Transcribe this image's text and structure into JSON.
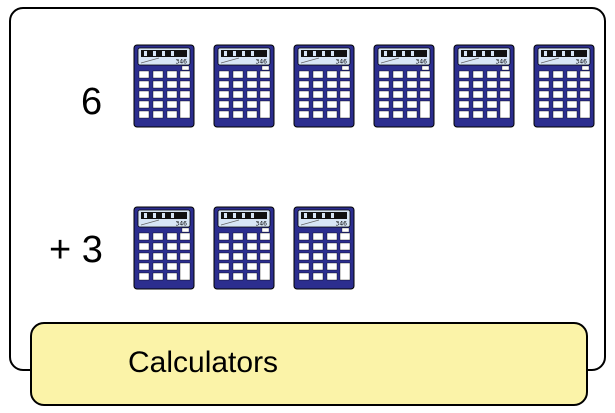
{
  "row1": {
    "label": "6",
    "count": 6
  },
  "row2": {
    "label": "+ 3",
    "count": 3
  },
  "category_label": "Calculators",
  "colors": {
    "calculator_body": "#2c2e8f",
    "calculator_screen": "#d8e6f6",
    "label_fill": "#fbf3a8",
    "outline": "#000000"
  },
  "icon": "calculator-icon"
}
